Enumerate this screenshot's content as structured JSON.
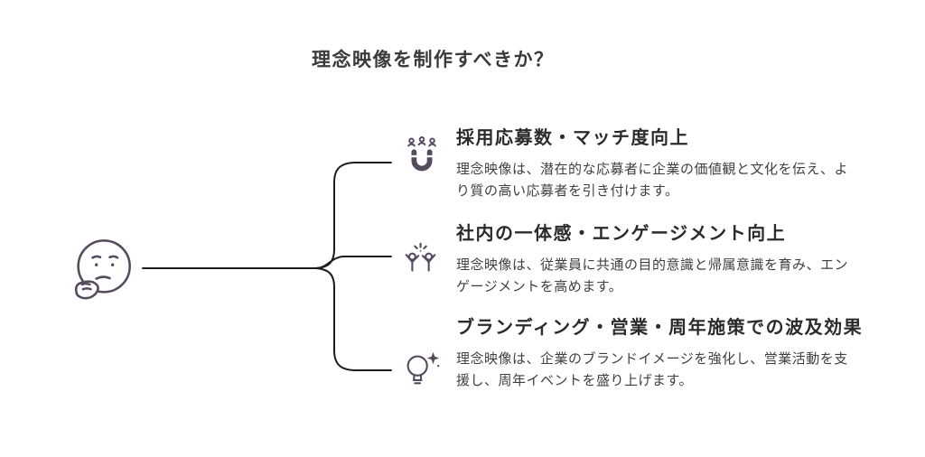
{
  "title": "理念映像を制作すべきか？",
  "root": {
    "icon": "thinking-face-icon"
  },
  "branches": [
    {
      "icon": "magnet-attract-icon",
      "heading": "採用応募数・マッチ度向上",
      "body": "理念映像は、潜在的な応募者に企業の価値観と文化を伝え、より質の高い応募者を引き付けます。"
    },
    {
      "icon": "team-celebration-icon",
      "heading": "社内の一体感・エンゲージメント向上",
      "body": "理念映像は、従業員に共通の目的意識と帰属意識を育み、エンゲージメントを高めます。"
    },
    {
      "icon": "lightbulb-sparkle-icon",
      "heading": "ブランディング・営業・周年施策での波及効果",
      "body": "理念映像は、企業のブランドイメージを強化し、営業活動を支援し、周年イベントを盛り上げます。"
    }
  ],
  "colors": {
    "accent": "#564a5e",
    "line": "#1c1c1c",
    "heading_text": "#2b2b2b",
    "body_text": "#3f3f3f"
  }
}
